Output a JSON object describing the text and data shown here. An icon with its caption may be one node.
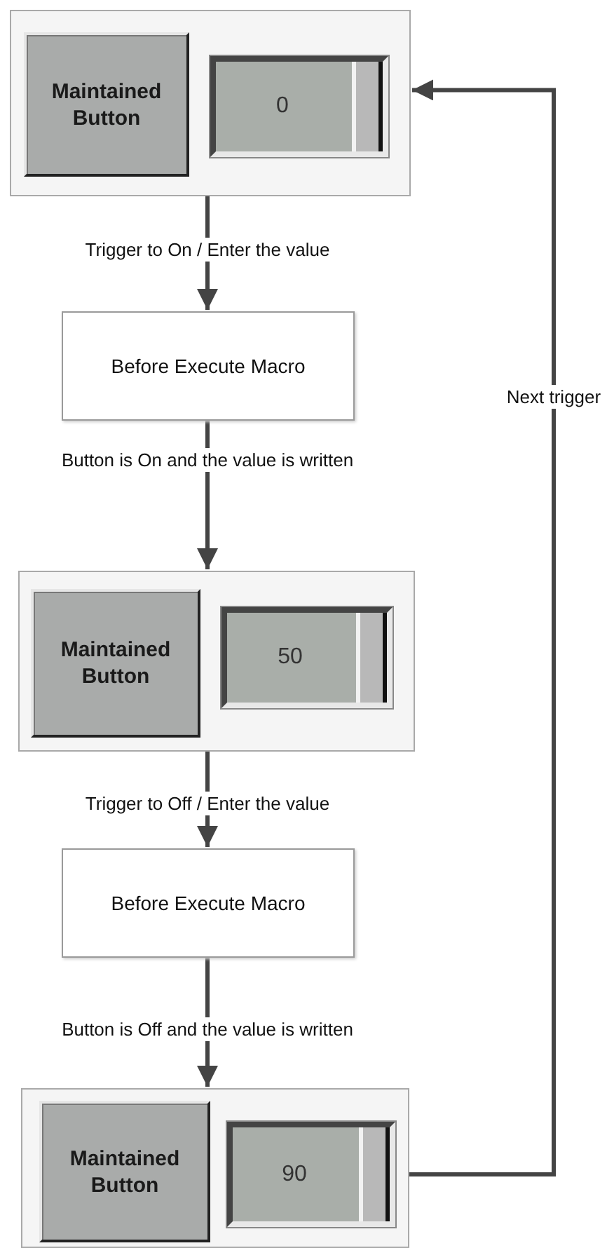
{
  "diagram": {
    "nodes": [
      {
        "text": [],
        "shape": "box"
      },
      {
        "text": [
          "Maintained Button"
        ],
        "in": 0
      },
      {
        "text": [
          "0"
        ],
        "in": 0
      },
      {
        "text": [
          "Before Execute Macro"
        ]
      },
      {
        "text": [],
        "shape": "box"
      },
      {
        "text": [
          "Maintained Button"
        ],
        "in": 4
      },
      {
        "text": [
          "50"
        ],
        "in": 4
      },
      {
        "text": [
          "Before Execute Macro"
        ]
      },
      {
        "text": [],
        "shape": "box"
      },
      {
        "text": [
          "Maintained Button"
        ],
        "in": 8
      },
      {
        "text": [
          "90"
        ],
        "in": 8
      }
    ],
    "edges": [
      {
        "from": 0,
        "to": 3,
        "arrow": "to",
        "label": "Trigger to On / Enter the value"
      },
      {
        "from": 3,
        "to": 4,
        "arrow": "to",
        "label": "Button is On and the value is written"
      },
      {
        "from": 4,
        "to": 7,
        "arrow": "to",
        "label": "Trigger to Off / Enter the value"
      },
      {
        "from": 7,
        "to": 8,
        "arrow": "to",
        "label": "Button is Off and the value is written"
      },
      {
        "from": 8,
        "to": 0,
        "arrow": "to",
        "label": "Next trigger"
      }
    ]
  }
}
